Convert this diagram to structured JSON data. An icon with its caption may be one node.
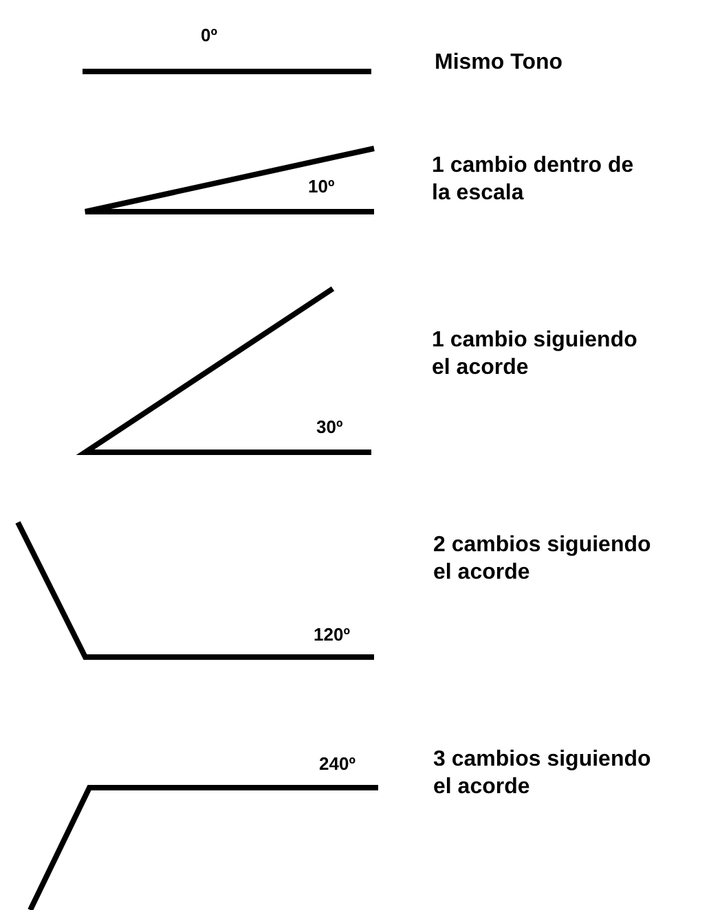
{
  "diagram": {
    "labels": [
      "0º",
      "Mismo Tono",
      "1 cambio dentro de la escala",
      "10º",
      "1 cambio siguiendo el acorde",
      "30º",
      "2 cambios siguiendo el acorde",
      "120º",
      "240º",
      "3 cambios siguiendo el acorde"
    ]
  }
}
